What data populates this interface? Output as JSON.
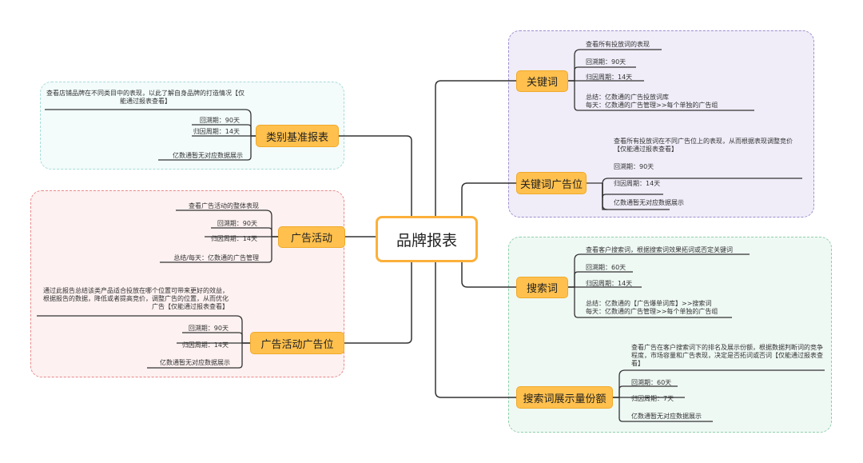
{
  "colors": {
    "accent_orange": "#ffc04d",
    "root_border": "#fbb03b",
    "frame_cyan": "#a8dcd9",
    "frame_red": "#e8898a",
    "frame_purple": "#9f8fce",
    "frame_green": "#8fcfac",
    "line": "#333333"
  },
  "root": {
    "label": "品牌报表"
  },
  "branches": {
    "category_benchmark": {
      "label": "类别基准报表",
      "items": [
        "查看店铺品牌在不同类目中的表现，以此了解自身品牌的打造情况【仅能通过报表查看】",
        "回溯期：90天",
        "归因周期：14天",
        "亿数通暂无对应数据展示"
      ]
    },
    "campaign": {
      "label": "广告活动",
      "items": [
        "查看广告活动的整体表现",
        "回溯期：90天",
        "归因周期：14天",
        "总结/每天：亿数通的广告管理"
      ]
    },
    "campaign_placement": {
      "label": "广告活动广告位",
      "items": [
        "通过此报告总结该类产品适合投放在哪个位置可带来更好的效益，根据报告的数据，降低或者提高竞价，调整广告的位置，从而优化广告【仅能通过报表查看】",
        "回溯期：90天",
        "归因周期：14天",
        "亿数通暂无对应数据展示"
      ]
    },
    "keyword": {
      "label": "关键词",
      "items": [
        "查看所有投放词的表现",
        "回溯期：90天",
        "归因周期：14天",
        "总结：亿数通的广告投放词库",
        "每天：亿数通的广告管理>>每个单独的广告组"
      ]
    },
    "keyword_placement": {
      "label": "关键词广告位",
      "items": [
        "查看所有投放词在不同广告位上的表现，从而根据表现调整竞价【仅能通过报表查看】",
        "回溯期：90天",
        "归因周期：14天",
        "亿数通暂无对应数据展示"
      ]
    },
    "search_term": {
      "label": "搜索词",
      "items": [
        "查看客户搜索词，根据搜索词效果拓词或否定关键词",
        "回溯期：60天",
        "归因周期：14天",
        "总结：亿数通的【广告爆单词库】>>搜索词",
        "每天：亿数通的广告管理>>每个单独的广告组"
      ]
    },
    "search_impression_share": {
      "label": "搜索词展示量份额",
      "items": [
        "查看广告在客户搜索词下的排名及展示份额，根据数据判断词的竞争程度，市场容量和广告表现，决定是否拓词或否词【仅能通过报表查看】",
        "回溯期：60天",
        "归因周期：7天",
        "亿数通暂无对应数据展示"
      ]
    }
  }
}
